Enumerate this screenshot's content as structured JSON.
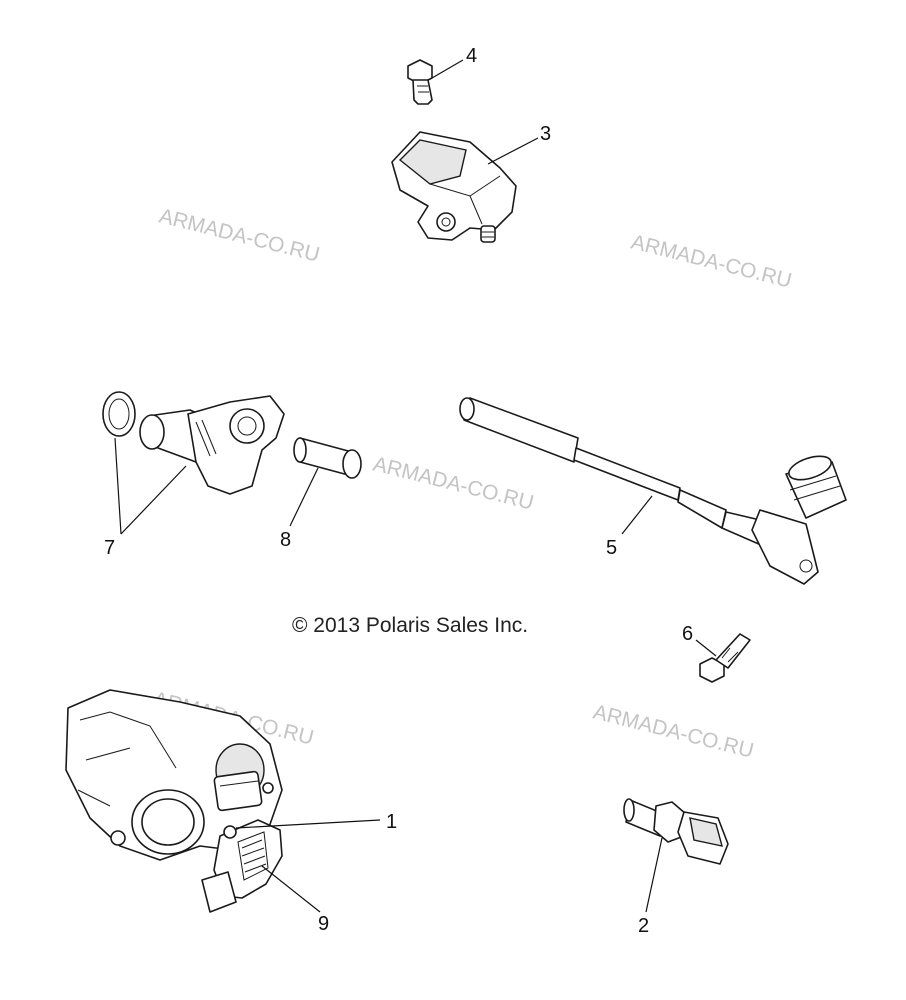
{
  "copyright": "© 2013 Polaris Sales Inc.",
  "watermark": "ARMADA-CO.RU",
  "callouts": {
    "c1": "1",
    "c2": "2",
    "c3": "3",
    "c4": "4",
    "c5": "5",
    "c6": "6",
    "c7": "7",
    "c8": "8",
    "c9": "9"
  }
}
